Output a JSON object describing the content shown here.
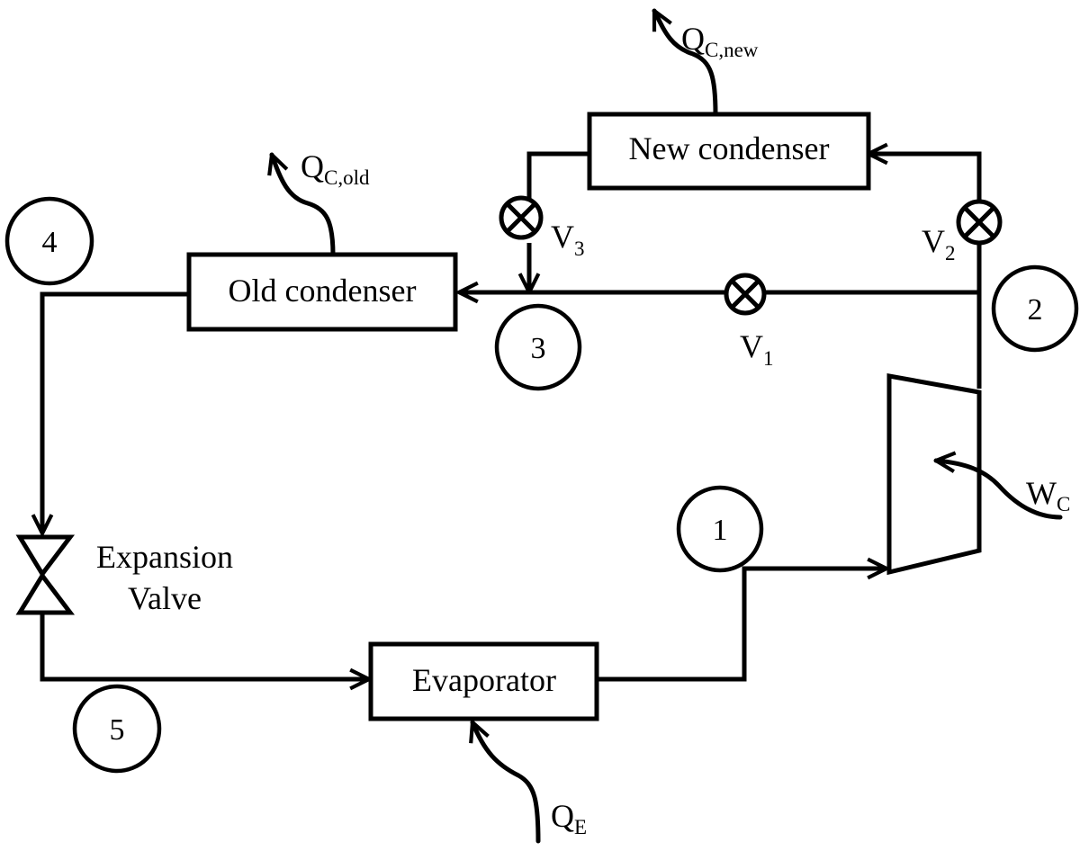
{
  "components": {
    "new_condenser": "New condenser",
    "old_condenser": "Old condenser",
    "evaporator": "Evaporator",
    "expansion_valve_line1": "Expansion",
    "expansion_valve_line2": "Valve"
  },
  "heat": {
    "qc_new": {
      "base": "Q",
      "sub": "C,new"
    },
    "qc_old": {
      "base": "Q",
      "sub": "C,old"
    },
    "qe": {
      "base": "Q",
      "sub": "E"
    },
    "wc": {
      "base": "W",
      "sub": "C"
    }
  },
  "valves": {
    "v1": {
      "base": "V",
      "sub": "1"
    },
    "v2": {
      "base": "V",
      "sub": "2"
    },
    "v3": {
      "base": "V",
      "sub": "3"
    }
  },
  "states": {
    "s1": "1",
    "s2": "2",
    "s3": "3",
    "s4": "4",
    "s5": "5"
  }
}
